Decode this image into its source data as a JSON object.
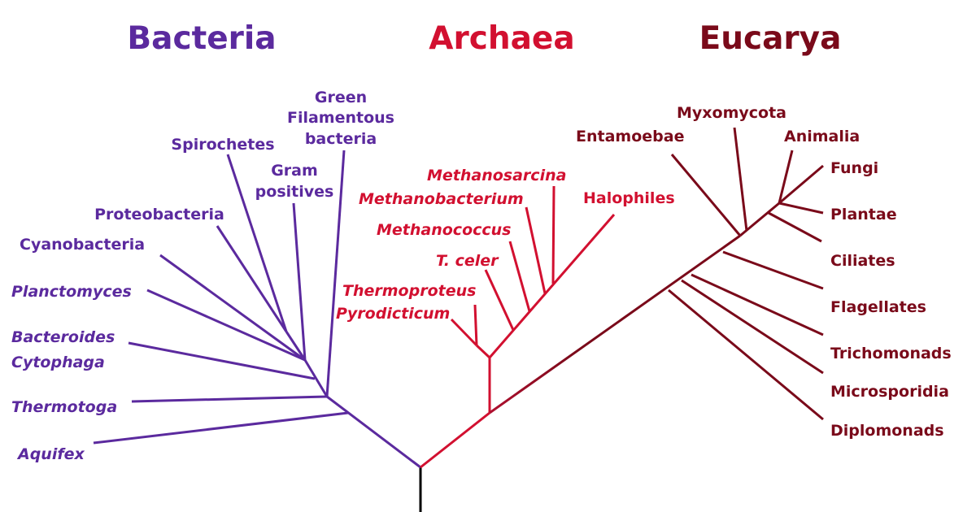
{
  "colors": {
    "bacteria": "#5b2a9e",
    "archaea": "#d21030",
    "eucarya": "#7a0a1a",
    "root": "#000000"
  },
  "domains": {
    "bacteria": "Bacteria",
    "archaea": "Archaea",
    "eucarya": "Eucarya"
  },
  "bacteria": {
    "green_1": "Green",
    "green_2": "Filamentous",
    "green_3": "bacteria",
    "spirochetes": "Spirochetes",
    "gram_1": "Gram",
    "gram_2": "positives",
    "proteobacteria": "Proteobacteria",
    "cyanobacteria": "Cyanobacteria",
    "planctomyces": "Planctomyces",
    "bacteroides": "Bacteroides",
    "cytophaga": "Cytophaga",
    "thermotoga": "Thermotoga",
    "aquifex": "Aquifex"
  },
  "archaea": {
    "methanosarcina": "Methanosarcina",
    "methanobacterium": "Methanobacterium",
    "halophiles": "Halophiles",
    "methanococcus": "Methanococcus",
    "t_celer": "T. celer",
    "thermoproteus": "Thermoproteus",
    "pyrodicticum": "Pyrodicticum"
  },
  "eucarya": {
    "myxomycota": "Myxomycota",
    "entamoebae": "Entamoebae",
    "animalia": "Animalia",
    "fungi": "Fungi",
    "plantae": "Plantae",
    "ciliates": "Ciliates",
    "flagellates": "Flagellates",
    "trichomonads": "Trichomonads",
    "microsporidia": "Microsporidia",
    "diplomonads": "Diplomonads"
  }
}
